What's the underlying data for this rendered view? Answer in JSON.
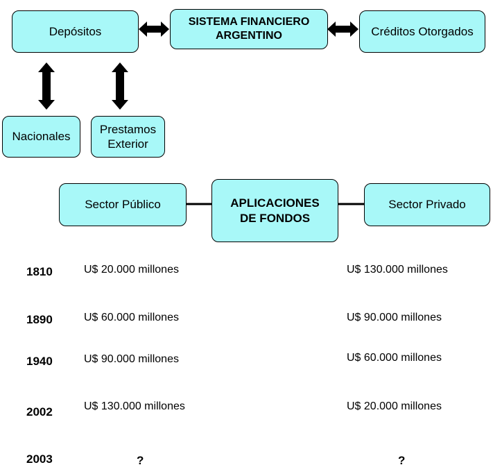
{
  "top": {
    "depositos": "Depósitos",
    "sistema": "SISTEMA FINANCIERO ARGENTINO",
    "creditos": "Créditos Otorgados",
    "nacionales": "Nacionales",
    "prestamos": "Prestamos Exterior"
  },
  "mid": {
    "publico": "Sector Público",
    "aplicaciones": "APLICACIONES DE FONDOS",
    "privado": "Sector Privado"
  },
  "rows": [
    {
      "year": "1810",
      "publico": "U$ 20.000 millones",
      "privado": "U$ 130.000 millones"
    },
    {
      "year": "1890",
      "publico": "U$ 60.000 millones",
      "privado": "U$ 90.000 millones"
    },
    {
      "year": "1940",
      "publico": "U$ 90.000 millones",
      "privado": "U$ 60.000 millones"
    },
    {
      "year": "2002",
      "publico": "U$ 130.000 millones",
      "privado": "U$ 20.000 millones"
    },
    {
      "year": "2003",
      "publico": "?",
      "privado": "?"
    }
  ]
}
